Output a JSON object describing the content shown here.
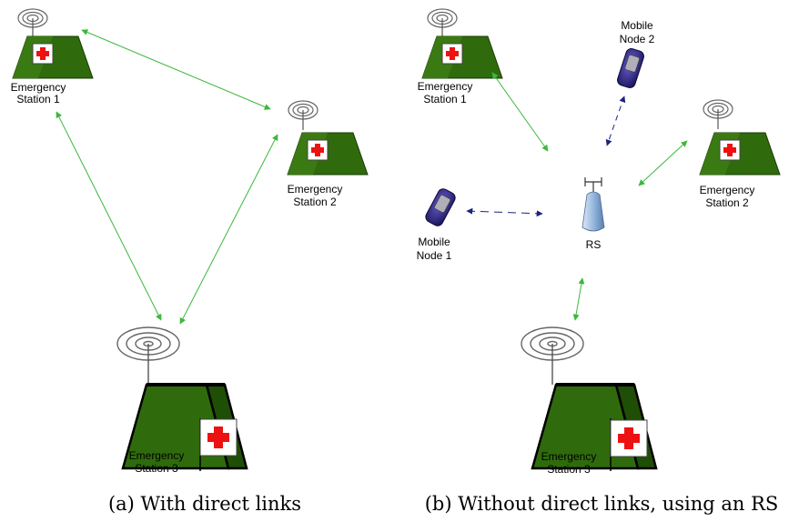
{
  "panel_a": {
    "caption": "(a) With direct links",
    "stations": [
      {
        "line1": "Emergency",
        "line2": "Station 1"
      },
      {
        "line1": "Emergency",
        "line2": "Station 2"
      },
      {
        "line1": "Emergency",
        "line2": "Station 3"
      }
    ]
  },
  "panel_b": {
    "caption": "(b) Without direct links, using an RS",
    "stations": [
      {
        "line1": "Emergency",
        "line2": "Station 1"
      },
      {
        "line1": "Emergency",
        "line2": "Station 2"
      },
      {
        "line1": "Emergency",
        "line2": "Station 3"
      }
    ],
    "mobile_nodes": [
      {
        "line1": "Mobile",
        "line2": "Node 1"
      },
      {
        "line1": "Mobile",
        "line2": "Node 2"
      }
    ],
    "relay_label": "RS"
  },
  "colors": {
    "tent": "#2f6b0c",
    "tent_dark": "#1d4a05",
    "cross": "#ee1111",
    "link_green": "#3cb83c",
    "link_blue": "#1a237e",
    "phone": "#2a2580"
  },
  "icons": [
    "tent-icon",
    "antenna-icon",
    "red-cross-icon",
    "mobile-phone-icon",
    "relay-station-icon"
  ]
}
